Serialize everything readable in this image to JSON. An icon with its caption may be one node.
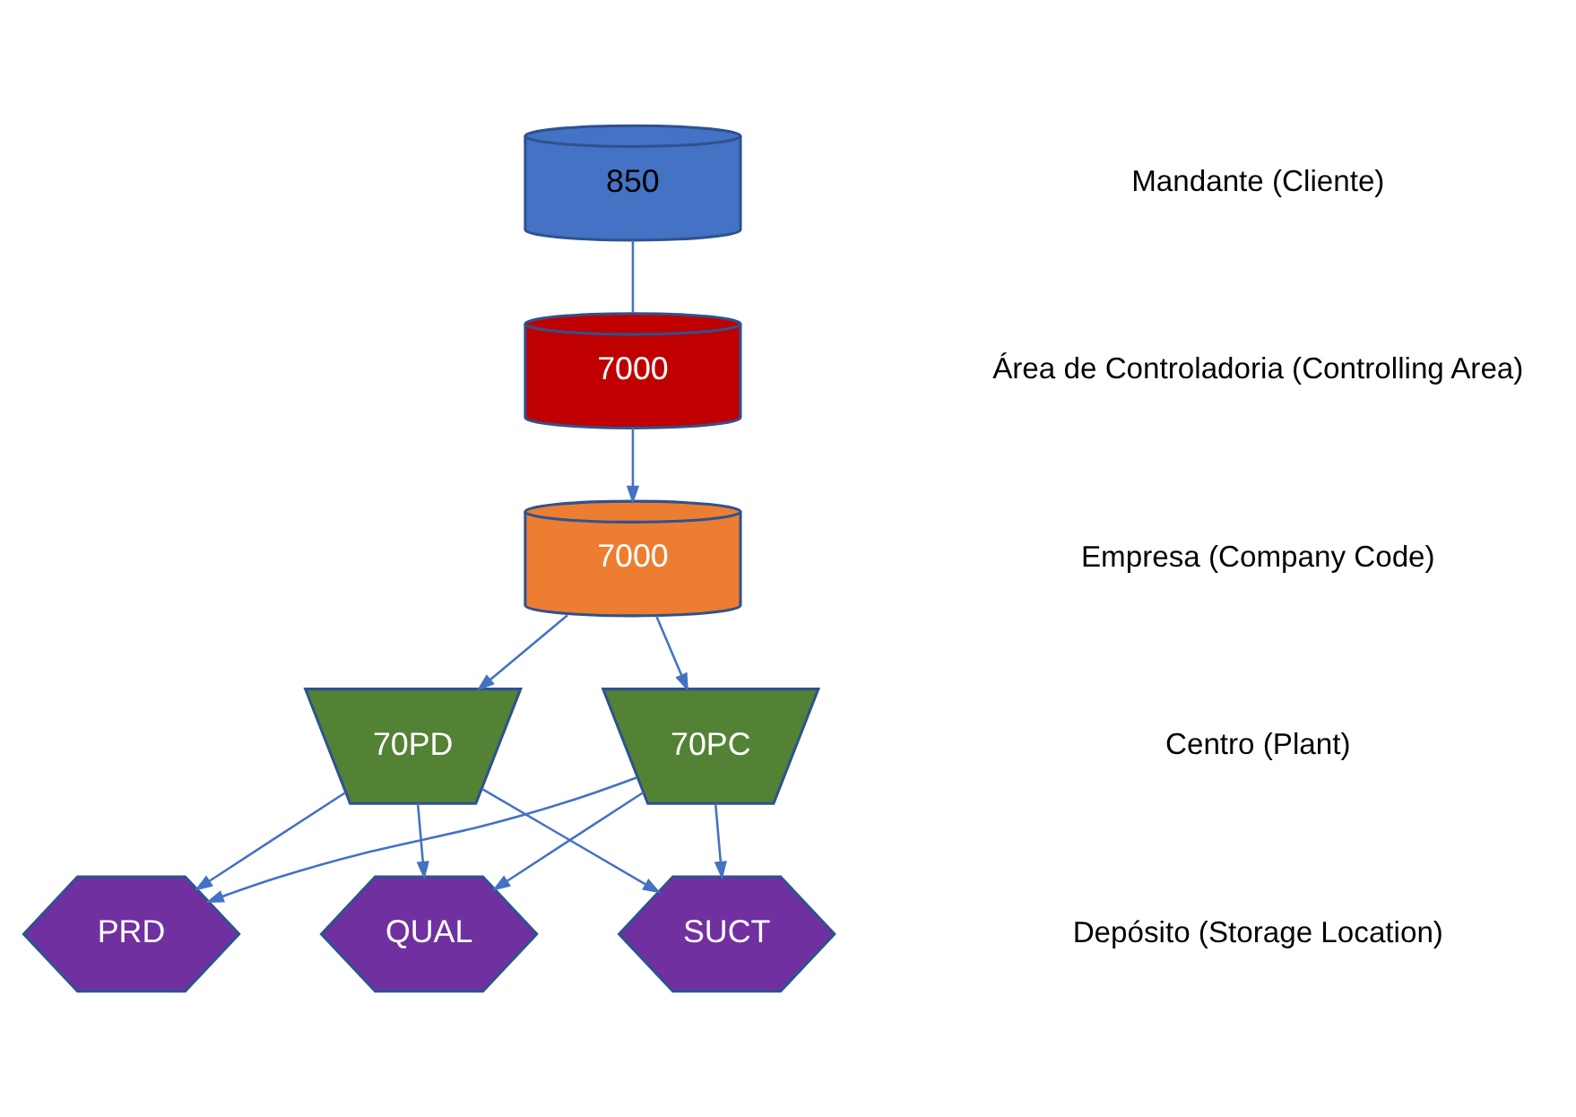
{
  "diagram": {
    "nodes": [
      {
        "text": [
          "850"
        ]
      },
      {
        "text": [
          "7000"
        ]
      },
      {
        "text": [
          "7000"
        ]
      },
      {
        "text": [
          "70PD"
        ]
      },
      {
        "text": [
          "70PC"
        ]
      },
      {
        "text": [
          "PRD"
        ]
      },
      {
        "text": [
          "QUAL"
        ]
      },
      {
        "text": [
          "SUCT"
        ]
      }
    ],
    "edges": [
      {
        "from": 0,
        "to": 1,
        "arrow": "none"
      },
      {
        "from": 1,
        "to": 2,
        "arrow": "to"
      },
      {
        "from": 2,
        "to": 3,
        "arrow": "to"
      },
      {
        "from": 2,
        "to": 4,
        "arrow": "to"
      },
      {
        "from": 3,
        "to": 5,
        "arrow": "to"
      },
      {
        "from": 3,
        "to": 6,
        "arrow": "to"
      },
      {
        "from": 3,
        "to": 7,
        "arrow": "to"
      },
      {
        "from": 4,
        "to": 5,
        "arrow": "to"
      },
      {
        "from": 4,
        "to": 6,
        "arrow": "to"
      },
      {
        "from": 4,
        "to": 7,
        "arrow": "to"
      }
    ],
    "labels": [
      "Mandante (Cliente)",
      "Área de Controladoria (Controlling Area)",
      "Empresa (Company Code)",
      "Centro (Plant)",
      "Depósito (Storage Location)"
    ]
  }
}
